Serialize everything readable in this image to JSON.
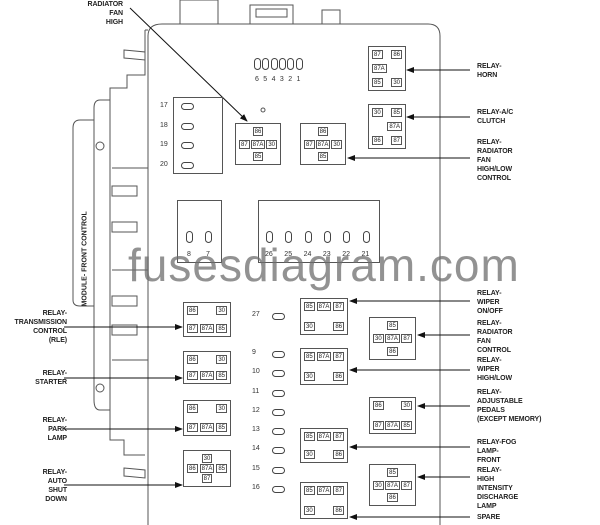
{
  "watermark": "fusesdiagram.com",
  "module_label": "MODULE- FRONT CONTROL",
  "top_fuses": [
    "6",
    "5",
    "4",
    "3",
    "2",
    "1"
  ],
  "left_fuses": [
    "17",
    "18",
    "19",
    "20"
  ],
  "mid_fuses_a": [
    "8",
    "7"
  ],
  "mid_fuses_b": [
    "26",
    "25",
    "24",
    "23",
    "22",
    "21"
  ],
  "column_fuses": [
    "27",
    "9",
    "10",
    "11",
    "12",
    "13",
    "14",
    "15",
    "16"
  ],
  "relays": [
    {
      "id": "horn",
      "label": "RELAY-\nHORN",
      "pins": [
        [
          "87",
          "86"
        ],
        [
          "87A",
          ""
        ],
        [
          "85",
          "30"
        ]
      ]
    },
    {
      "id": "ac-clutch",
      "label": "RELAY-A/C\nCLUTCH",
      "pins": [
        [
          "30",
          "85"
        ],
        [
          "",
          "87A"
        ],
        [
          "86",
          "87"
        ]
      ]
    },
    {
      "id": "radiator-fan-high",
      "label": "RADIATOR\nFAN\nHIGH",
      "pins": [
        [
          "",
          "86",
          ""
        ],
        [
          "87",
          "87A",
          "30"
        ],
        [
          "",
          "85",
          ""
        ]
      ]
    },
    {
      "id": "radiator-fan-high-low",
      "label": "RELAY-\nRADIATOR\nFAN\nHIGH/LOW\nCONTROL",
      "pins": [
        [
          "",
          "86",
          ""
        ],
        [
          "87",
          "87A",
          "30"
        ],
        [
          "",
          "85",
          ""
        ]
      ]
    },
    {
      "id": "transmission",
      "label": "RELAY-\nTRANSMISSION\nCONTROL\n(RLE)",
      "pins": [
        [
          "86",
          "",
          "30"
        ],
        [
          "87",
          "87A",
          "85"
        ]
      ]
    },
    {
      "id": "starter",
      "label": "RELAY-\nSTARTER",
      "pins": [
        [
          "86",
          "",
          "30"
        ],
        [
          "87",
          "87A",
          "85"
        ]
      ]
    },
    {
      "id": "park-lamp",
      "label": "RELAY-\nPARK\nLAMP",
      "pins": [
        [
          "86",
          "",
          "30"
        ],
        [
          "87",
          "87A",
          "85"
        ]
      ]
    },
    {
      "id": "auto-shutdown",
      "label": "RELAY-\nAUTO\nSHUT\nDOWN",
      "pins": [
        [
          "",
          "30",
          ""
        ],
        [
          "86",
          "87A",
          "85"
        ],
        [
          "",
          "87",
          ""
        ]
      ]
    },
    {
      "id": "wiper-on-off",
      "label": "RELAY-\nWIPER\nON/OFF",
      "pins": [
        [
          "85",
          "87A",
          "87"
        ],
        [
          "30",
          "",
          "86"
        ]
      ]
    },
    {
      "id": "radiator-fan-control",
      "label": "RELAY-\nRADIATOR\nFAN\nCONTROL",
      "pins": [
        [
          "",
          "85",
          ""
        ],
        [
          "30",
          "87A",
          "87"
        ],
        [
          "",
          "86",
          ""
        ]
      ]
    },
    {
      "id": "wiper-high-low",
      "label": "RELAY-\nWIPER\nHIGH/LOW",
      "pins": [
        [
          "85",
          "87A",
          "87"
        ],
        [
          "30",
          "",
          "86"
        ]
      ]
    },
    {
      "id": "adjustable-pedals",
      "label": "RELAY-\nADJUSTABLE\nPEDALS\n(EXCEPT MEMORY)",
      "pins": [
        [
          "86",
          "",
          "30"
        ],
        [
          "87",
          "87A",
          "85"
        ]
      ]
    },
    {
      "id": "fog-lamp-front",
      "label": "RELAY-FOG\nLAMP-\nFRONT",
      "pins": [
        [
          "85",
          "87A",
          "87"
        ],
        [
          "30",
          "",
          "86"
        ]
      ]
    },
    {
      "id": "hid-lamp",
      "label": "RELAY-\nHIGH\nINTENSITY\nDISCHARGE\nLAMP",
      "pins": [
        [
          "",
          "85",
          ""
        ],
        [
          "30",
          "87A",
          "87"
        ],
        [
          "",
          "86",
          ""
        ]
      ]
    },
    {
      "id": "spare",
      "label": "SPARE",
      "pins": [
        [
          "85",
          "87A",
          "87"
        ],
        [
          "30",
          "",
          "86"
        ]
      ]
    }
  ]
}
